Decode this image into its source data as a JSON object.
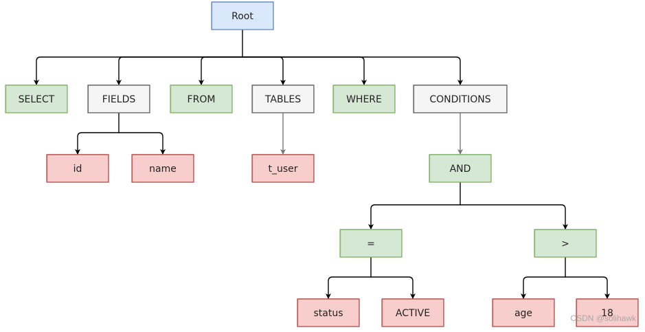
{
  "nodes": {
    "root": {
      "label": "Root",
      "kind": "root"
    },
    "select": {
      "label": "SELECT",
      "kind": "keyword"
    },
    "fields": {
      "label": "FIELDS",
      "kind": "group"
    },
    "from": {
      "label": "FROM",
      "kind": "keyword"
    },
    "tables": {
      "label": "TABLES",
      "kind": "group"
    },
    "where": {
      "label": "WHERE",
      "kind": "keyword"
    },
    "conditions": {
      "label": "CONDITIONS",
      "kind": "group"
    },
    "id": {
      "label": "id",
      "kind": "value"
    },
    "name": {
      "label": "name",
      "kind": "value"
    },
    "t_user": {
      "label": "t_user",
      "kind": "value"
    },
    "and": {
      "label": "AND",
      "kind": "keyword"
    },
    "eq": {
      "label": "=",
      "kind": "keyword"
    },
    "gt": {
      "label": ">",
      "kind": "keyword"
    },
    "status": {
      "label": "status",
      "kind": "value"
    },
    "active": {
      "label": "ACTIVE",
      "kind": "value"
    },
    "age": {
      "label": "age",
      "kind": "value"
    },
    "n18": {
      "label": "18",
      "kind": "value"
    }
  },
  "edges": [
    {
      "from": "root",
      "to": "select"
    },
    {
      "from": "root",
      "to": "fields"
    },
    {
      "from": "root",
      "to": "from"
    },
    {
      "from": "root",
      "to": "tables"
    },
    {
      "from": "root",
      "to": "where"
    },
    {
      "from": "root",
      "to": "conditions"
    },
    {
      "from": "fields",
      "to": "id"
    },
    {
      "from": "fields",
      "to": "name"
    },
    {
      "from": "tables",
      "to": "t_user"
    },
    {
      "from": "conditions",
      "to": "and"
    },
    {
      "from": "and",
      "to": "eq"
    },
    {
      "from": "and",
      "to": "gt"
    },
    {
      "from": "eq",
      "to": "status"
    },
    {
      "from": "eq",
      "to": "active"
    },
    {
      "from": "gt",
      "to": "age"
    },
    {
      "from": "gt",
      "to": "n18"
    }
  ],
  "styles": {
    "root": {
      "fill": "#dae8fc",
      "stroke": "#6c8ebf"
    },
    "keyword": {
      "fill": "#d5e8d4",
      "stroke": "#82b366"
    },
    "group": {
      "fill": "#f5f5f5",
      "stroke": "#666666"
    },
    "value": {
      "fill": "#f8cecc",
      "stroke": "#b85450"
    },
    "edge_color": "#000000",
    "edge_color_light": "#777777"
  },
  "watermark": "CSDN @solihawk"
}
